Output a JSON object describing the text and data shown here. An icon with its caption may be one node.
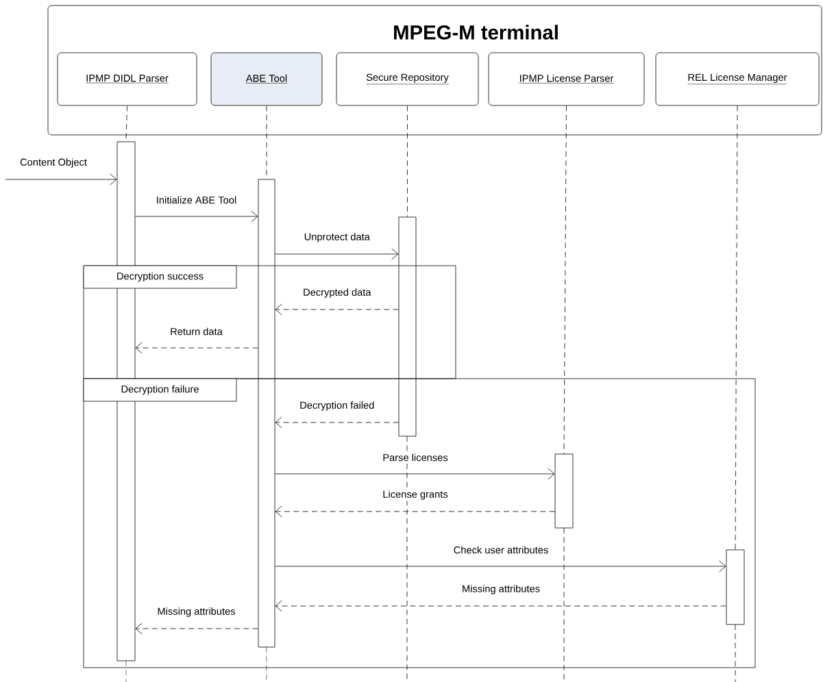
{
  "diagram": {
    "nodes": [
      {
        "text": [
          "MPEG-M terminal"
        ]
      },
      {
        "text": [
          "IPMP DIDL Parser"
        ],
        "in": 0
      },
      {
        "text": [
          "ABE Tool"
        ],
        "in": 0
      },
      {
        "text": [
          "Secure Repository"
        ],
        "in": 0
      },
      {
        "text": [
          "IPMP License Parser"
        ],
        "in": 0
      },
      {
        "text": [
          "REL License Manager"
        ],
        "in": 0
      },
      {
        "text": [],
        "shape": "bar"
      },
      {
        "text": [],
        "shape": "bar"
      },
      {
        "text": [],
        "shape": "bar"
      },
      {
        "text": [],
        "shape": "bar"
      },
      {
        "text": [],
        "shape": "bar"
      }
    ],
    "labels": [
      "Decryption success",
      "Decryption failure"
    ],
    "edges": [
      {
        "from": 1,
        "to": 6,
        "arrow": "none",
        "style": "dashed"
      },
      {
        "from": 2,
        "to": 7,
        "arrow": "none",
        "style": "dashed"
      },
      {
        "from": 3,
        "to": 8,
        "arrow": "none",
        "style": "dashed"
      },
      {
        "from": 4,
        "to": 9,
        "arrow": "none",
        "style": "dashed"
      },
      {
        "from": 5,
        "to": 10,
        "arrow": "none",
        "style": "dashed"
      },
      {
        "from": null,
        "to": 6,
        "arrow": "to",
        "label": "Content Object"
      },
      {
        "from": 6,
        "to": 7,
        "arrow": "to",
        "label": "Initialize ABE Tool"
      },
      {
        "from": 7,
        "to": 8,
        "arrow": "to",
        "label": "Unprotect data"
      },
      {
        "from": 8,
        "to": 7,
        "arrow": "to",
        "label": "Decrypted data",
        "style": "dashed"
      },
      {
        "from": 7,
        "to": 6,
        "arrow": "to",
        "label": "Return data",
        "style": "dashed"
      },
      {
        "from": 8,
        "to": 7,
        "arrow": "to",
        "label": "Decryption failed",
        "style": "dashed"
      },
      {
        "from": 7,
        "to": 9,
        "arrow": "to",
        "label": "Parse licenses"
      },
      {
        "from": 9,
        "to": 7,
        "arrow": "to",
        "label": "License grants",
        "style": "dashed"
      },
      {
        "from": 7,
        "to": 10,
        "arrow": "to",
        "label": "Check user attributes"
      },
      {
        "from": 10,
        "to": 7,
        "arrow": "to",
        "label": "Missing attributes",
        "style": "dashed"
      },
      {
        "from": 7,
        "to": 6,
        "arrow": "to",
        "label": "Missing attributes",
        "style": "dashed"
      }
    ]
  }
}
